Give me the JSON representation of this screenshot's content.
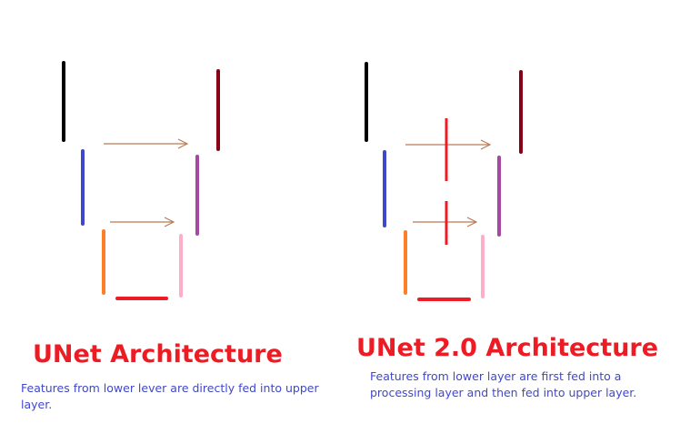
{
  "colors": {
    "background": "#ffffff",
    "encoder_top": "#000000",
    "encoder_mid": "#3f48cc",
    "encoder_low": "#ff7f27",
    "bottleneck": "#ed1c24",
    "decoder_low": "#ffaec9",
    "decoder_mid": "#a349a4",
    "decoder_top": "#880015",
    "skip_arrow": "#b97a57",
    "processing_layer": "#ed1c24",
    "title_text": "#ed1c24",
    "caption_text": "#3f48cc"
  },
  "left_diagram": {
    "title": "UNet Architecture",
    "caption": "Features from lower lever are directly fed into upper layer."
  },
  "right_diagram": {
    "title": "UNet 2.0 Architecture",
    "caption": "Features from lower layer are first fed into a processing layer and then fed into upper layer."
  }
}
